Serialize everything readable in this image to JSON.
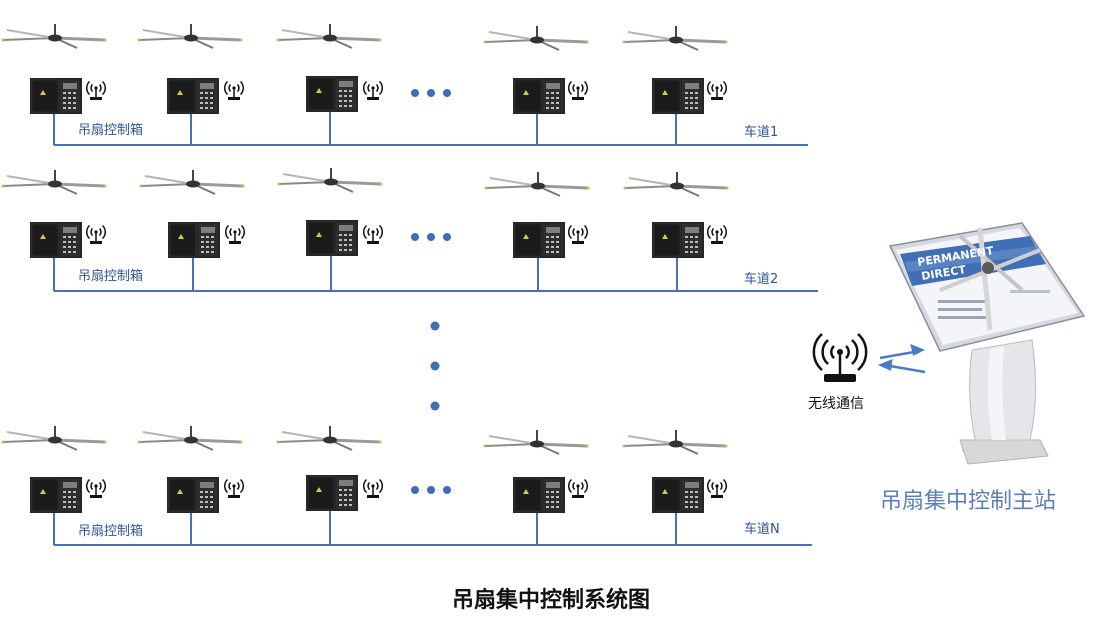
{
  "diagram": {
    "title": "吊扇集中控制系统图",
    "control_box_label": "吊扇控制箱",
    "lanes": [
      {
        "name": "车道1"
      },
      {
        "name": "车道2"
      },
      {
        "name": "车道N"
      }
    ],
    "wireless_label": "无线通信",
    "master_label": "吊扇集中控制主站",
    "kiosk_screen_text": [
      "PERMANENT",
      "DIRECT"
    ],
    "colors": {
      "bus_line": "#4a72b0",
      "label_text": "#2f5597",
      "ellipsis_dot": "#3e6db5",
      "arrow": "#4a7cc4",
      "control_box": "#252525"
    }
  }
}
